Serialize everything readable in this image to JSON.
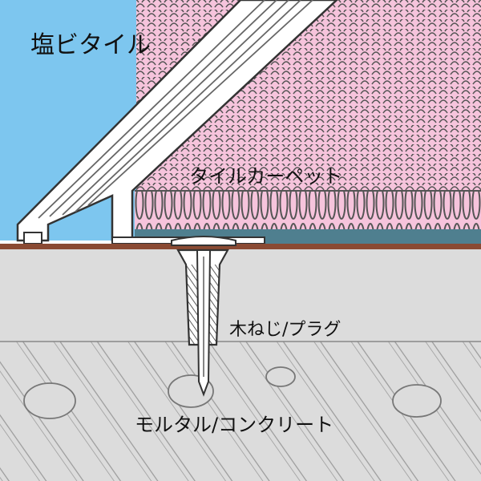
{
  "labels": {
    "vinyl_tile": "塩ビタイル",
    "tile_carpet": "タイルカーペット",
    "screw_plug": "木ねじ/プラグ",
    "mortar_concrete": "モルタル/コンクリート"
  },
  "colors": {
    "vinyl_tile": "#7dc6ef",
    "carpet_pile": "#f6c4dc",
    "carpet_backing": "#4f7f8f",
    "subfloor_wood": "#8a4a33",
    "concrete": "#dcdcdc",
    "edge_trim": "#ffffff",
    "outline": "#333333"
  }
}
